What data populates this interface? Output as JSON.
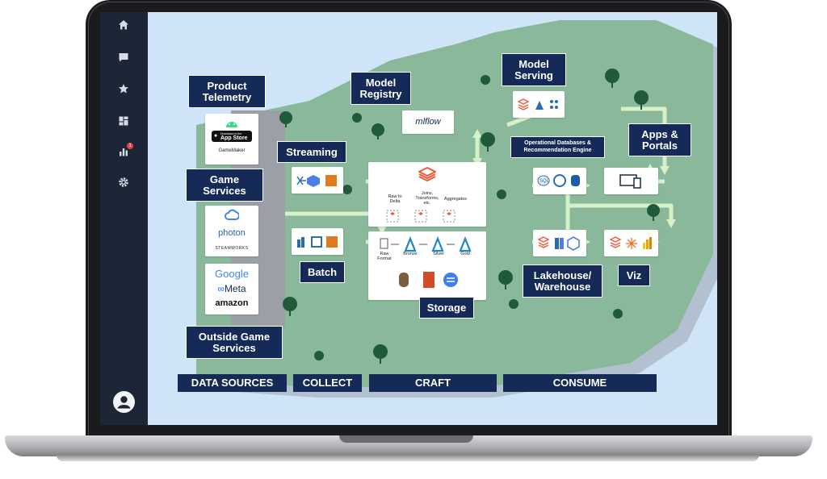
{
  "labels": {
    "product_telemetry": [
      "Product",
      "Telemetry"
    ],
    "game_services": [
      "Game",
      "Services"
    ],
    "outside_game_services": [
      "Outside Game",
      "Services"
    ],
    "streaming": "Streaming",
    "batch": "Batch",
    "model_registry": [
      "Model",
      "Registry"
    ],
    "model_serving": [
      "Model",
      "Serving"
    ],
    "storage": "Storage",
    "operational_db": [
      "Operational Databases &",
      "Recommendation Engine"
    ],
    "apps_portals": [
      "Apps &",
      "Portals"
    ],
    "lakehouse": [
      "Lakehouse/",
      "Warehouse"
    ],
    "viz": "Viz"
  },
  "stages": [
    "DATA SOURCES",
    "COLLECT",
    "CRAFT",
    "CONSUME"
  ],
  "sources": {
    "app_store": [
      "Download on the",
      "App Store"
    ],
    "gamemaker": "GameMaker",
    "photon": "photon",
    "steamworks": "STEAMWORKS",
    "google": "Google",
    "meta": "Meta",
    "amazon": "amazon"
  },
  "craft": {
    "steps": [
      [
        "Raw to",
        "Delta"
      ],
      [
        "Joins,",
        "Transforms,",
        "etc."
      ],
      [
        "Aggregates"
      ]
    ],
    "tiers": [
      [
        "Raw",
        "Format"
      ],
      [
        "Bronze"
      ],
      [
        "Silver"
      ],
      [
        "Gold"
      ]
    ],
    "mlflow": "mlflow",
    "sql": "SQL"
  },
  "colors": {
    "label_bg": "#152a56",
    "land": "#8ab89a",
    "arrow": "#d6f1c8",
    "tree": "#1f5a3a",
    "sidebar": "#1d2637"
  },
  "sidebar_icons": [
    "home-icon",
    "chat-icon",
    "star-icon",
    "dashboard-icon",
    "analytics-icon",
    "settings-icon"
  ],
  "sidebar_badge": "1"
}
